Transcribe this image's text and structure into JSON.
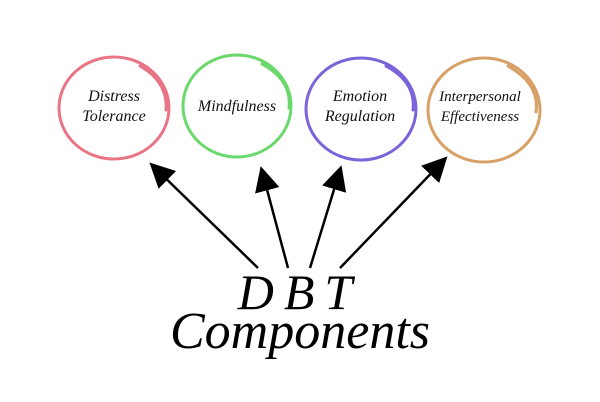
{
  "components": [
    {
      "label": "Distress\nTolerance",
      "color": "#e87585"
    },
    {
      "label": "Mindfulness",
      "color": "#6bd86b"
    },
    {
      "label": "Emotion\nRegulation",
      "color": "#7b63d9"
    },
    {
      "label": "Interpersonal\nEffectiveness",
      "color": "#d7a066"
    }
  ],
  "title": {
    "line1": "DBT",
    "line2": "Components"
  }
}
